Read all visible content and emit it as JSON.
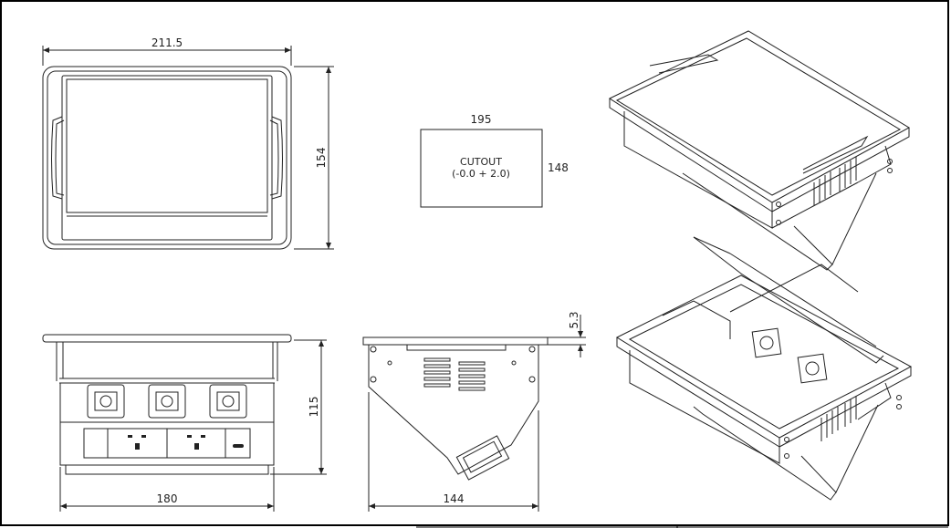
{
  "dimensions": {
    "top_width": "211.5",
    "top_height": "154",
    "cutout_width": "195",
    "cutout_height": "148",
    "lid_thickness": "5.3",
    "front_height": "115",
    "front_width": "180",
    "side_width": "144"
  },
  "cutout": {
    "label": "CUTOUT",
    "tolerance": "(-0.0 + 2.0)"
  },
  "colors": {
    "line": "#222222",
    "frame": "#000000"
  }
}
